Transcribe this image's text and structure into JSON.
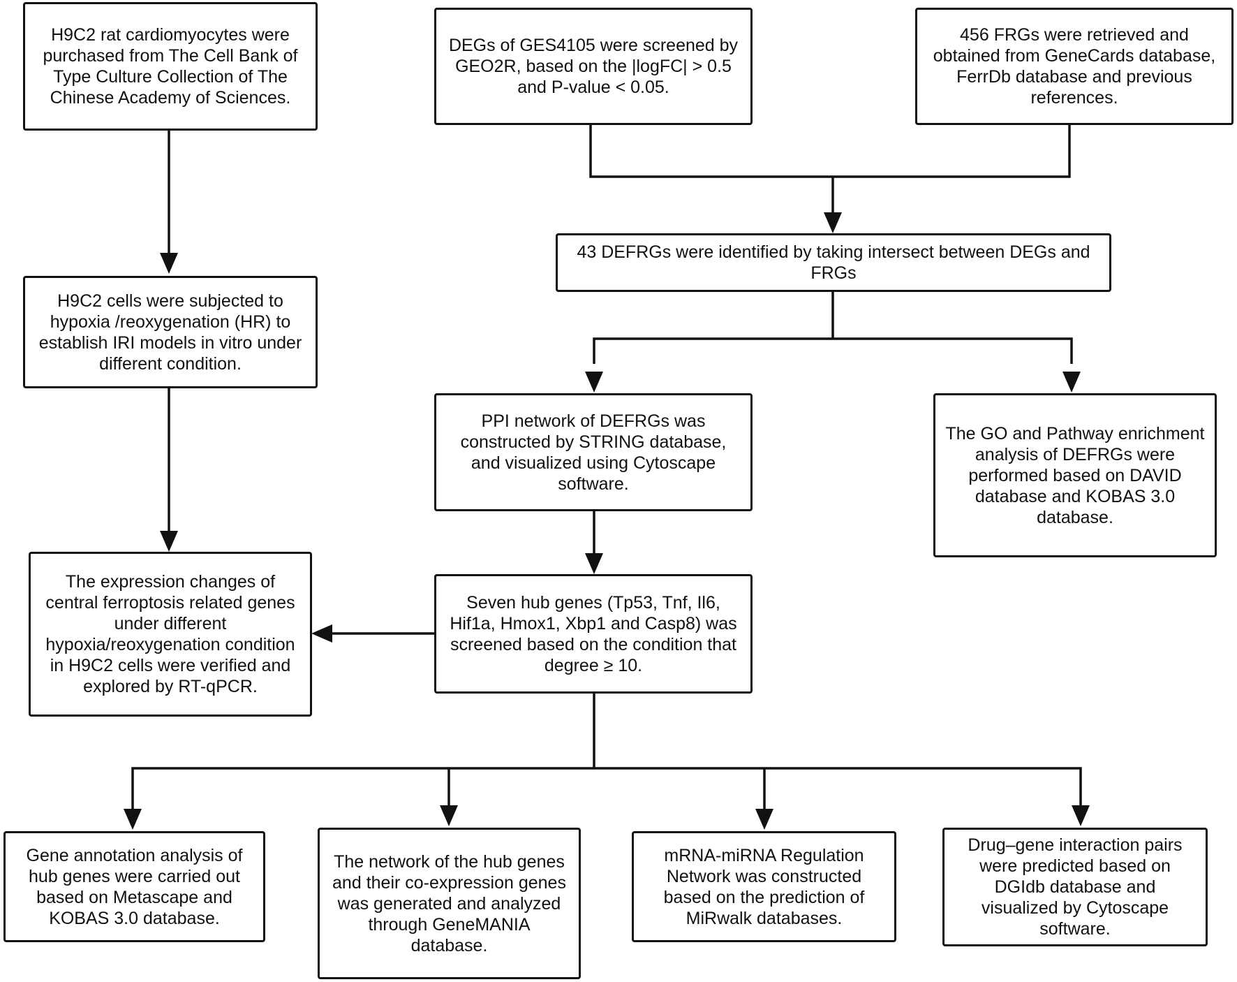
{
  "nodes": {
    "h9c2_purchase": "H9C2 rat cardiomyocytes were purchased from The Cell Bank of Type Culture Collection of The Chinese Academy of Sciences.",
    "degs_screen": "DEGs of GES4105 were screened by GEO2R, based on the |logFC| > 0.5 and P-value < 0.05.",
    "frgs_retrieve": "456 FRGs were retrieved and obtained from GeneCards database, FerrDb database and previous references.",
    "defrgs": "43 DEFRGs were identified by taking intersect between DEGs and FRGs",
    "hr_model": "H9C2 cells were subjected to hypoxia /reoxygenation (HR) to establish IRI models in vitro under different condition.",
    "ppi": "PPI network of DEFRGs was constructed by STRING database, and visualized using Cytoscape software.",
    "go_pathway": "The GO and Pathway enrichment analysis of DEFRGs were performed based on DAVID database and KOBAS 3.0 database.",
    "hub_genes": "Seven hub genes (Tp53, Tnf, Il6, Hif1a, Hmox1, Xbp1 and Casp8) was screened based on the condition that degree ≥ 10.",
    "rt_qpcr": "The expression changes of central ferroptosis related genes under different hypoxia/reoxygenation condition in H9C2 cells were verified and explored by RT-qPCR.",
    "gene_annotation": "Gene annotation analysis of hub genes were carried out based on Metascape and KOBAS 3.0 database.",
    "genemania": "The network of the hub genes and their co-expression genes was generated and analyzed through GeneMANIA database.",
    "mirna": "mRNA-miRNA Regulation Network was constructed based on the prediction of MiRwalk databases.",
    "dgidb": "Drug–gene interaction pairs were predicted based on DGIdb database and visualized by Cytoscape software."
  }
}
